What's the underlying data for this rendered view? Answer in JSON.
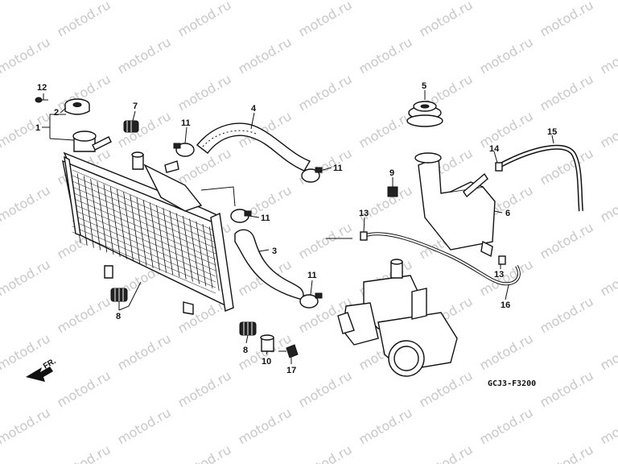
{
  "watermark": "motod.ru",
  "diagram_code": "GCJ3-F3200",
  "direction_label": "FR.",
  "callouts": [
    {
      "id": "c12",
      "text": "12"
    },
    {
      "id": "c2",
      "text": "2"
    },
    {
      "id": "c1",
      "text": "1"
    },
    {
      "id": "c7",
      "text": "7"
    },
    {
      "id": "c11a",
      "text": "11"
    },
    {
      "id": "c4",
      "text": "4"
    },
    {
      "id": "c11b",
      "text": "11"
    },
    {
      "id": "c11c",
      "text": "11"
    },
    {
      "id": "c3",
      "text": "3"
    },
    {
      "id": "c11d",
      "text": "11"
    },
    {
      "id": "c8a",
      "text": "8"
    },
    {
      "id": "c8b",
      "text": "8"
    },
    {
      "id": "c10",
      "text": "10"
    },
    {
      "id": "c17",
      "text": "17"
    },
    {
      "id": "c5",
      "text": "5"
    },
    {
      "id": "c9",
      "text": "9"
    },
    {
      "id": "c14",
      "text": "14"
    },
    {
      "id": "c15",
      "text": "15"
    },
    {
      "id": "c6",
      "text": "6"
    },
    {
      "id": "c13a",
      "text": "13"
    },
    {
      "id": "c13b",
      "text": "13"
    },
    {
      "id": "c16",
      "text": "16"
    }
  ]
}
